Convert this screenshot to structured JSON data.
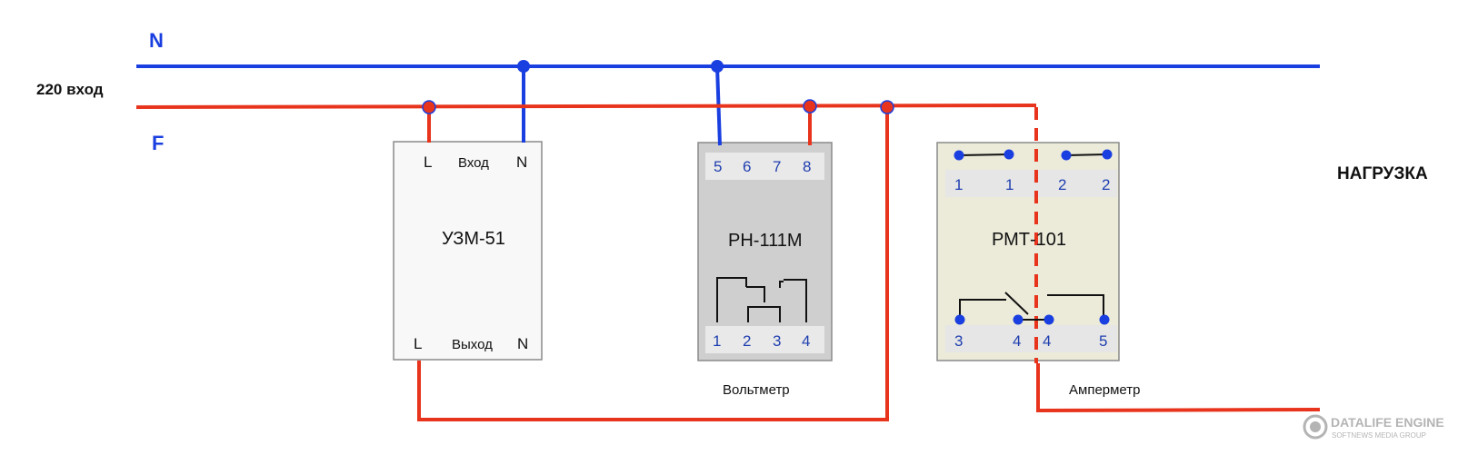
{
  "lines": {
    "n_label": "N",
    "f_label": "F",
    "input_label": "220 вход",
    "load_label": "НАГРУЗКА"
  },
  "uzm": {
    "name": "УЗМ-51",
    "top_left": "L",
    "top_middle": "Вход",
    "top_right": "N",
    "bottom_left": "L",
    "bottom_middle": "Выход",
    "bottom_right": "N"
  },
  "rn": {
    "name": "РН-111М",
    "top_terminals": [
      "5",
      "6",
      "7",
      "8"
    ],
    "bottom_terminals": [
      "1",
      "2",
      "3",
      "4"
    ],
    "caption": "Вольтметр"
  },
  "rmt": {
    "name": "РМТ-101",
    "top_terminals": [
      "1",
      "1",
      "2",
      "2"
    ],
    "bottom_terminals": [
      "3",
      "4",
      "4",
      "5"
    ],
    "caption": "Амперметр"
  },
  "watermark": {
    "title": "DATALIFE ENGINE",
    "subtitle": "SOFTNEWS MEDIA GROUP"
  },
  "colors": {
    "neutral": "#1a3fe0",
    "phase": "#e8341c",
    "terminal_text": "#1f3fb0"
  }
}
